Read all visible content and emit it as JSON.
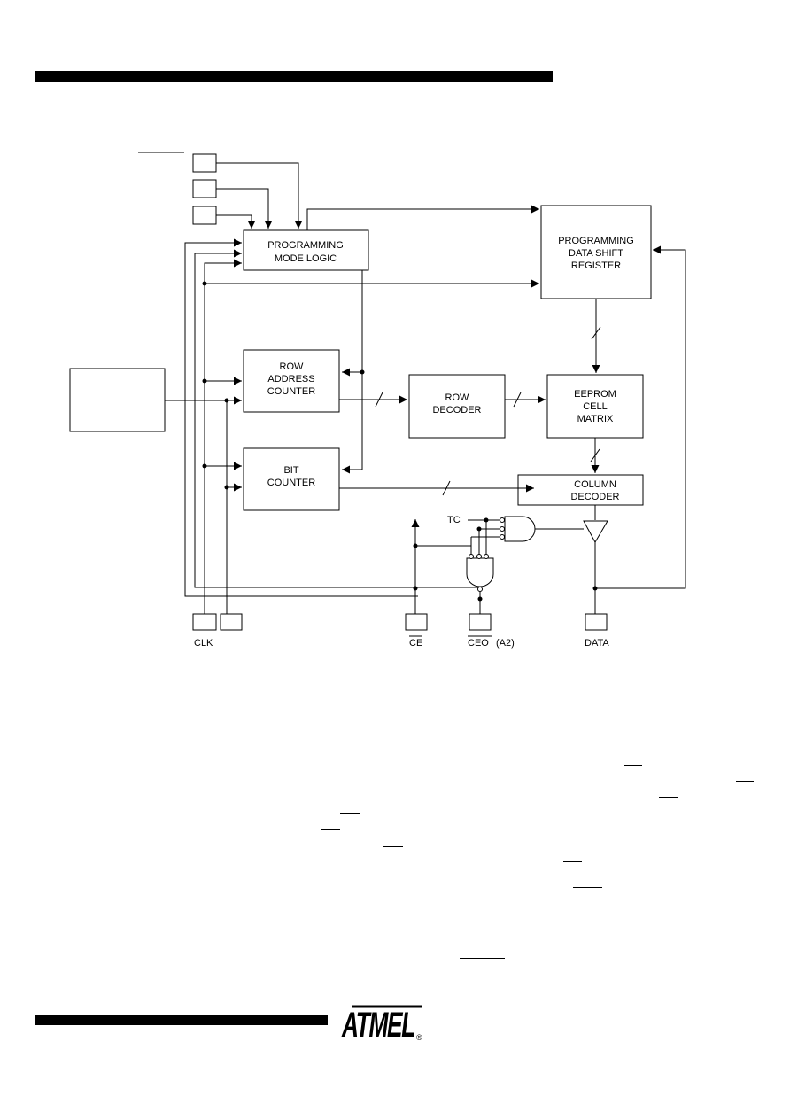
{
  "diagram": {
    "blocks": {
      "prog_mode_logic": [
        "PROGRAMMING",
        "MODE  LOGIC"
      ],
      "prog_data_shift": [
        "PROGRAMMING",
        "DATA  SHIFT",
        "REGISTER"
      ],
      "row_addr_counter": [
        "ROW",
        "ADDRESS",
        "COUNTER"
      ],
      "row_decoder": [
        "ROW",
        "DECODER"
      ],
      "eeprom_matrix": [
        "EEPROM",
        "CELL",
        "MATRIX"
      ],
      "bit_counter": [
        "BIT",
        "COUNTER"
      ],
      "column_decoder": [
        "COLUMN",
        "DECODER"
      ]
    },
    "signals": {
      "tc": "TC"
    },
    "pins": {
      "clk": "CLK",
      "ce": "CE",
      "ceo": "CEO",
      "ceo_note": "(A2)",
      "data": "DATA"
    }
  },
  "footer": {
    "logo_text": "ATMEL",
    "registered_mark": "®"
  }
}
